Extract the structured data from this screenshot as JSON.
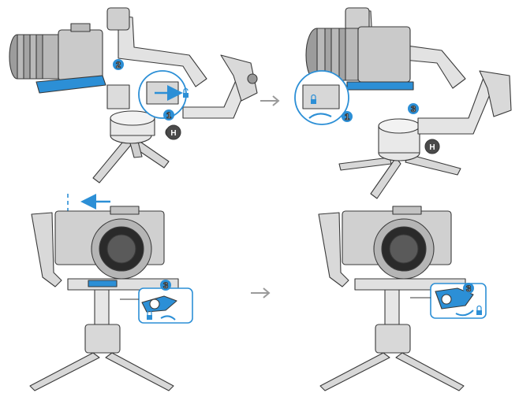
{
  "figure": {
    "panels": [
      {
        "id": "mount-plate",
        "steps": [
          "1",
          "2"
        ]
      },
      {
        "id": "lock-plate",
        "steps": [
          "1",
          "3"
        ]
      },
      {
        "id": "slide-balance",
        "steps": [
          "3"
        ]
      },
      {
        "id": "lock-tilt",
        "steps": [
          "3"
        ]
      }
    ],
    "colors": {
      "accent": "#2c8fd6",
      "line": "#3a3a3a",
      "fill_light": "#eeeeee",
      "fill_mid": "#c9c9c9",
      "fill_dark": "#8a8a8a",
      "arrow": "#9a9a9a"
    },
    "icons": [
      "lock-icon",
      "unlock-icon",
      "rotate-arrow-icon",
      "slide-arrow-icon",
      "next-step-arrow-icon"
    ]
  }
}
